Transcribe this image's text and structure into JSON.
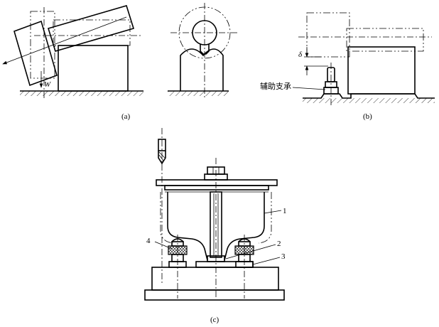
{
  "panel_a": {
    "caption": "(a)",
    "weight_label": "W"
  },
  "panel_b": {
    "caption": "(b)",
    "delta_label": "δ",
    "support_label": "辅助支承"
  },
  "panel_c": {
    "caption": "(c)",
    "callouts": [
      "1",
      "2",
      "3",
      "4"
    ]
  },
  "colors": {
    "line": "#000000",
    "background": "#ffffff"
  }
}
